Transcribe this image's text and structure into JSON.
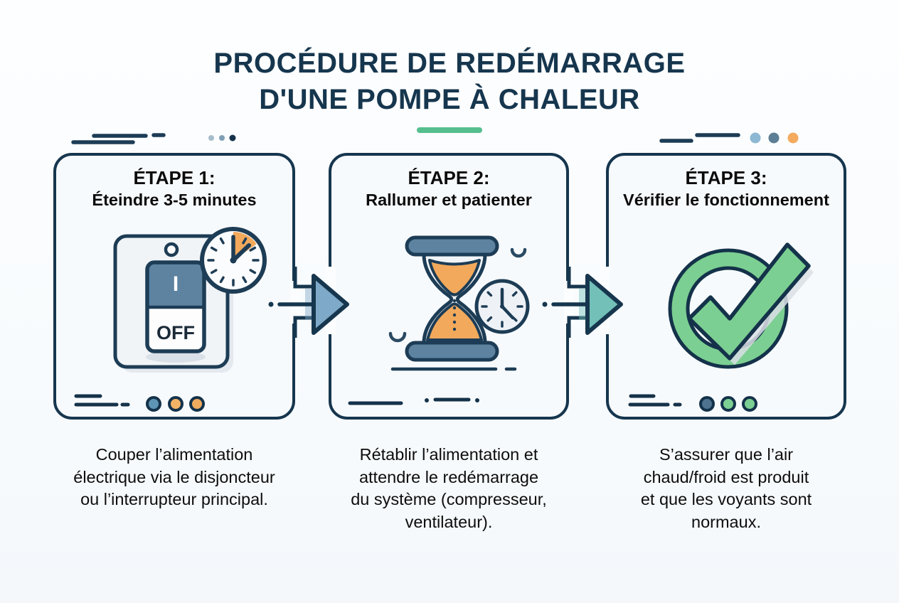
{
  "title": {
    "lines": [
      "PROCÉDURE DE REDÉMARRAGE",
      "D'UNE POMPE À CHALEUR"
    ]
  },
  "steps": [
    {
      "heading": "ÉTAPE 1:",
      "subheading": "Éteindre 3-5 minutes",
      "icon": "power-switch-off-with-timer-clock",
      "switch": {
        "on_label": "I",
        "off_label": "OFF"
      },
      "description_lines": [
        "Couper l’alimentation",
        "électrique via le disjoncteur",
        "ou l’interrupteur principal."
      ]
    },
    {
      "heading": "ÉTAPE 2:",
      "subheading": "Rallumer et patienter",
      "icon": "hourglass-with-clock",
      "description_lines": [
        "Rétablir l’alimentation et",
        "attendre le redémarrage",
        "du système (compresseur,",
        "ventilateur)."
      ]
    },
    {
      "heading": "ÉTAPE 3:",
      "subheading": "Vérifier le fonctionnement",
      "icon": "check-circle",
      "description_lines": [
        "S’assurer que l’air",
        "chaud/froid est produit",
        "et que les voyants sont",
        "normaux."
      ]
    }
  ],
  "colors": {
    "navy": "#16364e",
    "card-bg": "#f7fafd",
    "steel": "#5d83a1",
    "orange": "#f2a95c",
    "arrow-blue": "#7fa9c8",
    "arrow-teal": "#72c0b8",
    "green": "#7ccf92",
    "underline": "#56bf8e"
  }
}
